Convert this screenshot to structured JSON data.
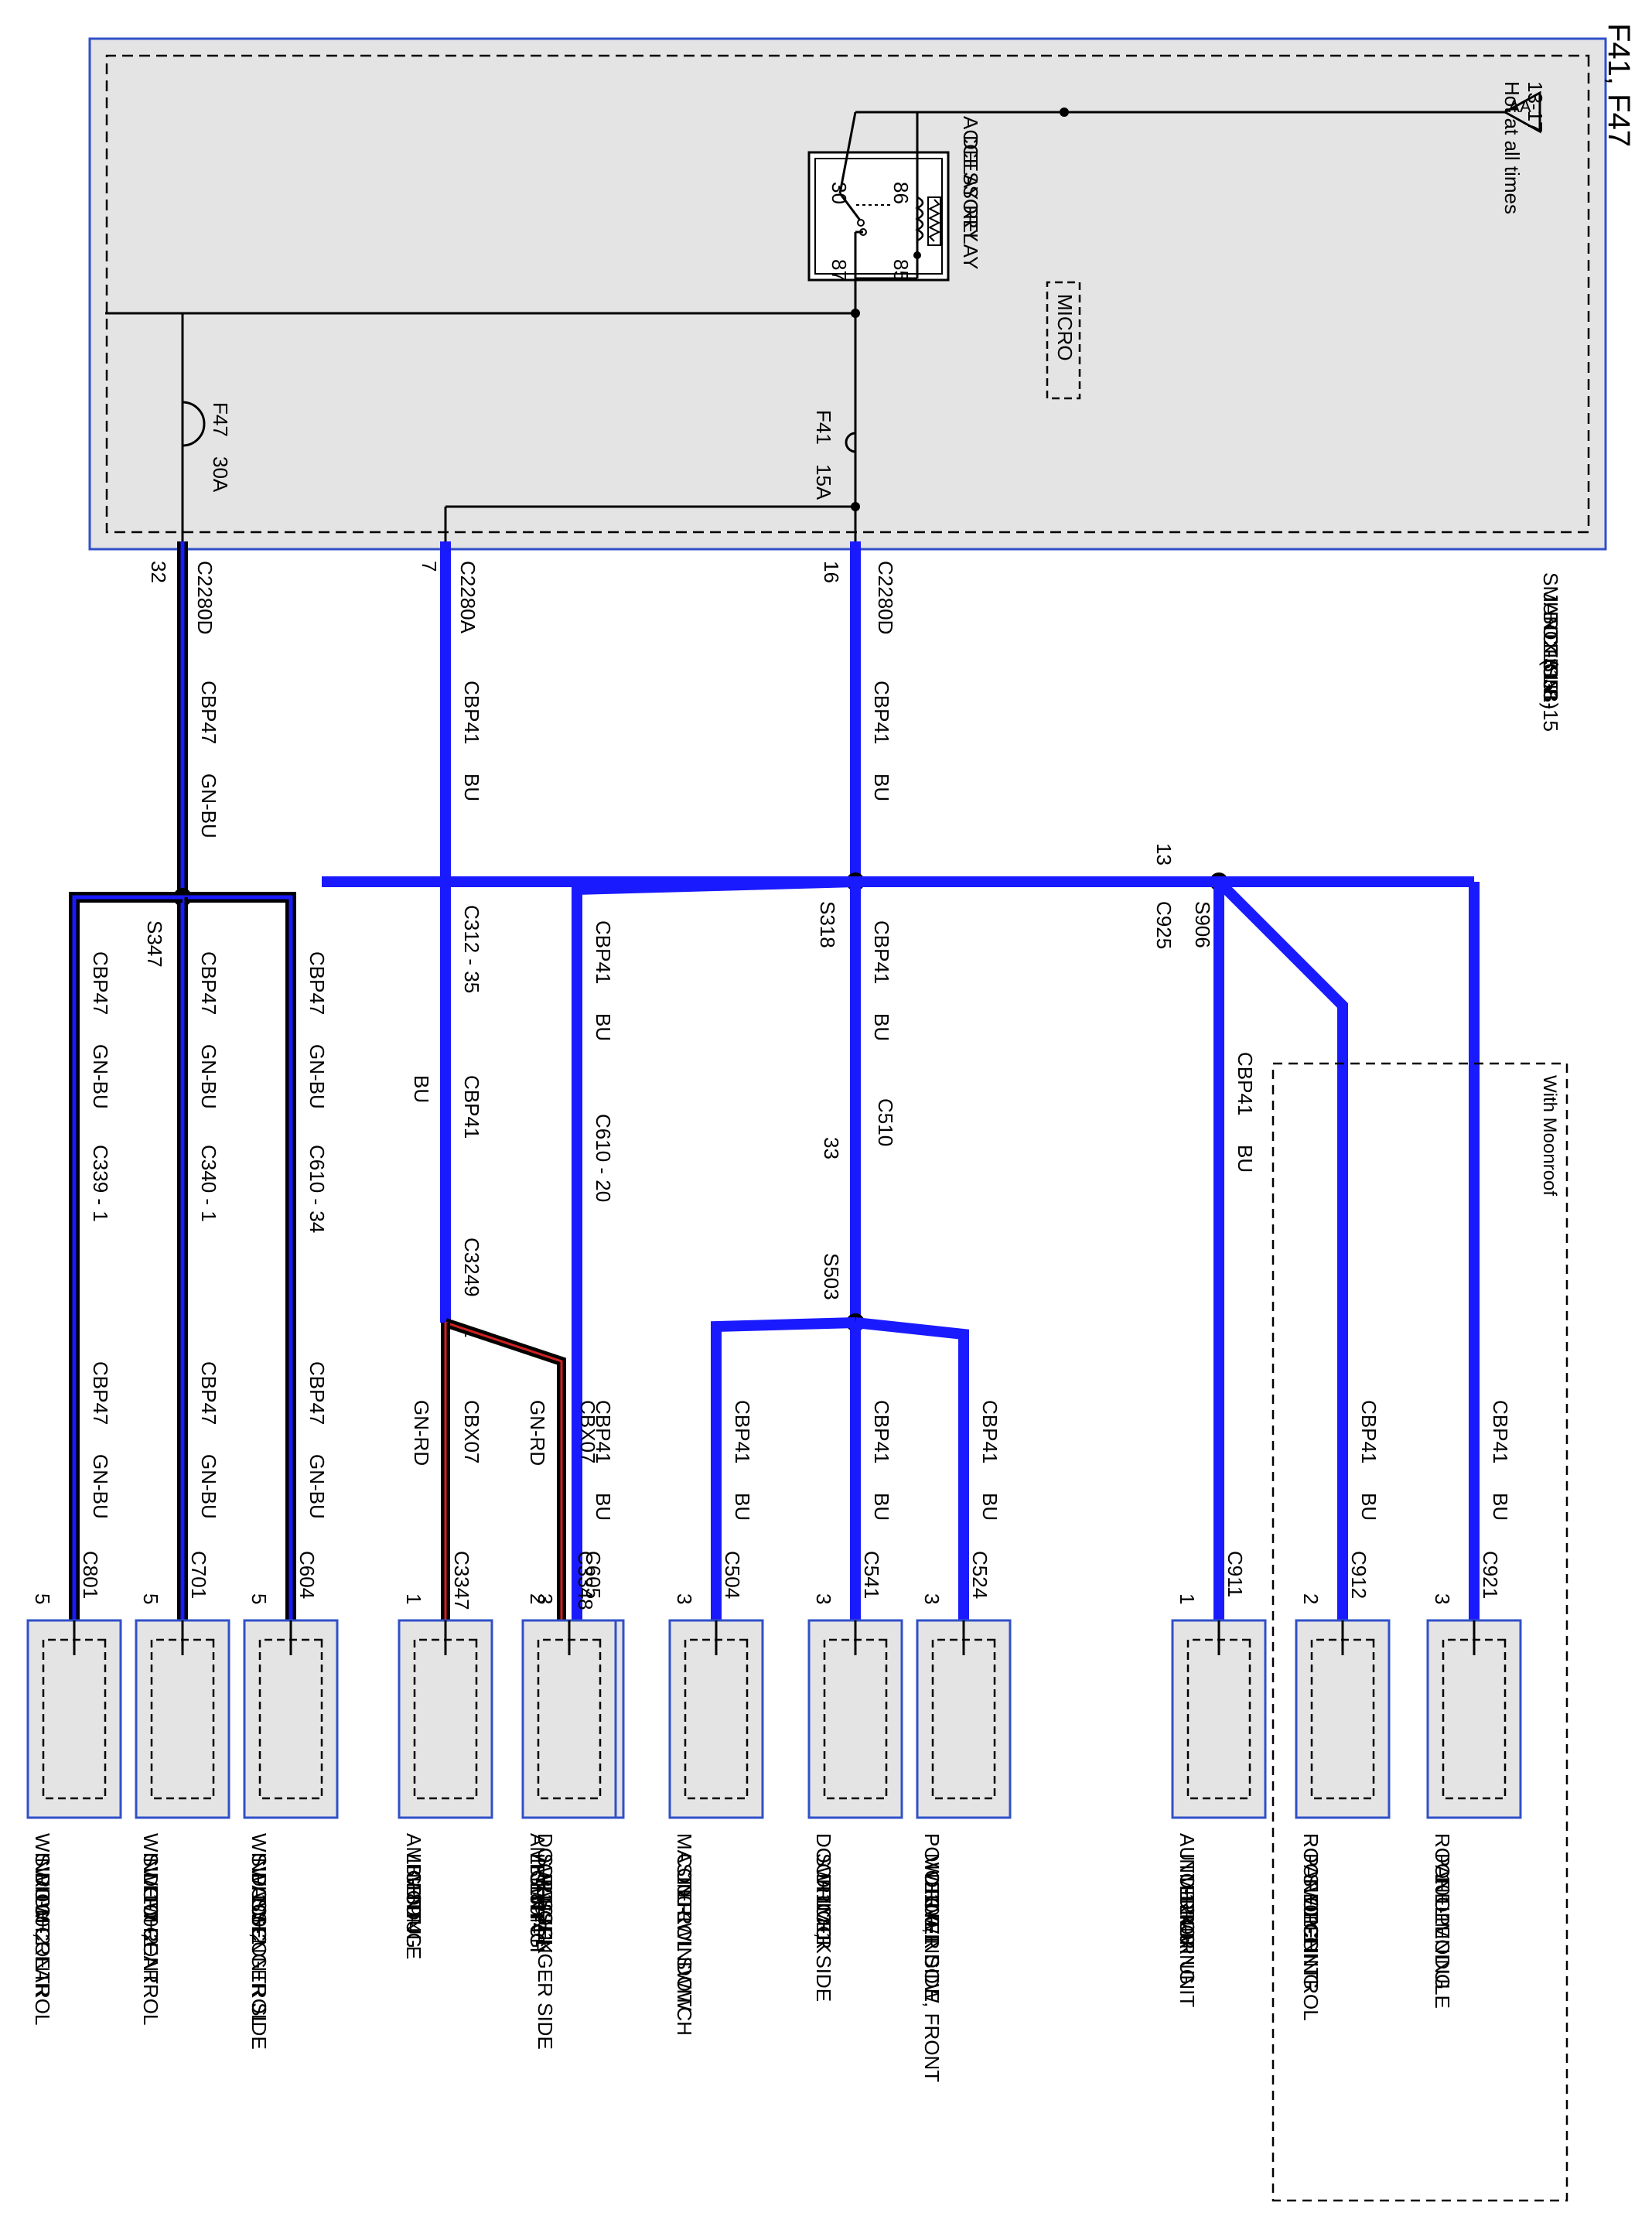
{
  "page_title": "F41, F47",
  "colors": {
    "bu": "#1a1aff",
    "black": "#000000",
    "red": "#d02020",
    "module_fill": "#e4e4e4",
    "module_border": "#3050c8",
    "sjb_fill": "#e4e4e4"
  },
  "hot_at_all_times": {
    "label": "Hot at all times",
    "pages": "13-17",
    "tag": "AA"
  },
  "sjb": {
    "title": [
      "SMART",
      "JUNCTION",
      "BOX (SJB)"
    ],
    "refs": [
      "11-3",
      "151-8",
      "151-15"
    ]
  },
  "relay": {
    "name": [
      "ACCESSORY",
      "DELAY RELAY"
    ],
    "pin86": "86",
    "pin85": "85",
    "pin30": "30",
    "pin87": "87",
    "micro": "MICRO"
  },
  "fuse_f41": {
    "name": "F41",
    "rating": "15A"
  },
  "fuse_f47": {
    "name": "F47",
    "rating": "30A"
  },
  "sjb_pins": {
    "c2280d_16": {
      "connector": "C2280D",
      "pin": "16"
    },
    "c2280a_7": {
      "connector": "C2280A",
      "pin": "7"
    },
    "c2280d_32": {
      "connector": "C2280D",
      "pin": "32"
    }
  },
  "wires": {
    "cbp41": "CBP41",
    "bu": "BU",
    "cbp47": "CBP47",
    "gnbu": "GN-BU",
    "cbx07": "CBX07",
    "gnrd": "GN-RD"
  },
  "splices": {
    "s318": "S318",
    "s906": "S906",
    "s503": "S503",
    "s347": "S347"
  },
  "connectors": {
    "c925": {
      "name": "C925",
      "pin": "13"
    },
    "c510": {
      "name": "C510",
      "pin": "33"
    },
    "c610_20": {
      "name": "C610 - 20"
    },
    "c312_35": {
      "name": "C312 - 35"
    },
    "c3249": {
      "name": "C3249",
      "pin": "1"
    },
    "c339": {
      "name": "C339 - 1"
    },
    "c340": {
      "name": "C340 - 1"
    },
    "c610_34": {
      "name": "C610 - 34"
    }
  },
  "with_moonroof": "With Moonroof",
  "modules": [
    {
      "id": "roof-opening-panel-module",
      "connector": "C921",
      "pin": "3",
      "label": [
        "ROOF OPENING",
        "PANEL MODULE",
        "101-1"
      ]
    },
    {
      "id": "roof-opening-panel-control-switch",
      "connector": "C912",
      "pin": "2",
      "label": [
        "ROOF OPENING",
        "PANEL CONTROL",
        "SWITCH",
        "101-1"
      ]
    },
    {
      "id": "auto-dimming-interior-mirror-unit",
      "connector": "C911",
      "pin": "1",
      "label": [
        "AUTO-DIMMING",
        "INTERIOR",
        "MIRROR UNIT",
        "124-6"
      ]
    },
    {
      "id": "power-window-motor-driver-side-front",
      "connector": "C524",
      "pin": "3",
      "label": [
        "POWER WINDOW",
        "MOTOR,",
        "DRIVER SIDE, FRONT",
        "100-1"
      ]
    },
    {
      "id": "door-lock-switch-driver-side",
      "connector": "C541",
      "pin": "3",
      "label": [
        "DOOR LOCK",
        "SWITCH,",
        "DRIVER SIDE",
        "117-1"
      ]
    },
    {
      "id": "master-window-control-switch",
      "connector": "C504",
      "pin": "3",
      "label": [
        "MASTER WINDOW",
        "CONTROL SWITCH",
        "100-1"
      ]
    },
    {
      "id": "door-lock-switch-passenger-side",
      "connector": "C605",
      "pin": "3",
      "label": [
        "DOOR LOCK",
        "SWITCH,",
        "PASSENGER SIDE",
        "117-1"
      ]
    },
    {
      "id": "ambient-lighting-switch",
      "connector": "C3348",
      "pin": "2",
      "label": [
        "AMBIENT",
        "LIGHTING",
        "SWITCH",
        "89-4"
      ]
    },
    {
      "id": "ambient-lighting-module",
      "connector": "C3347",
      "pin": "1",
      "label": [
        "AMBIENT",
        "LIGHTING",
        "MODULE",
        "89-4"
      ]
    },
    {
      "id": "window-control-switch-passenger-side",
      "connector": "C604",
      "pin": "5",
      "label": [
        "WINDOW CONTROL",
        "SWITCH,",
        "PASSENGER SIDE",
        "100-2"
      ]
    },
    {
      "id": "window-control-switch-left-rear",
      "connector": "C701",
      "pin": "5",
      "label": [
        "WINDOW CONTROL",
        "SWITCH,",
        "LEFT REAR",
        "100-2"
      ]
    },
    {
      "id": "window-control-switch-right-rear",
      "connector": "C801",
      "pin": "5",
      "label": [
        "WINDOW CONTROL",
        "SWITCH,",
        "RIGHT REAR",
        "100-2"
      ]
    }
  ]
}
